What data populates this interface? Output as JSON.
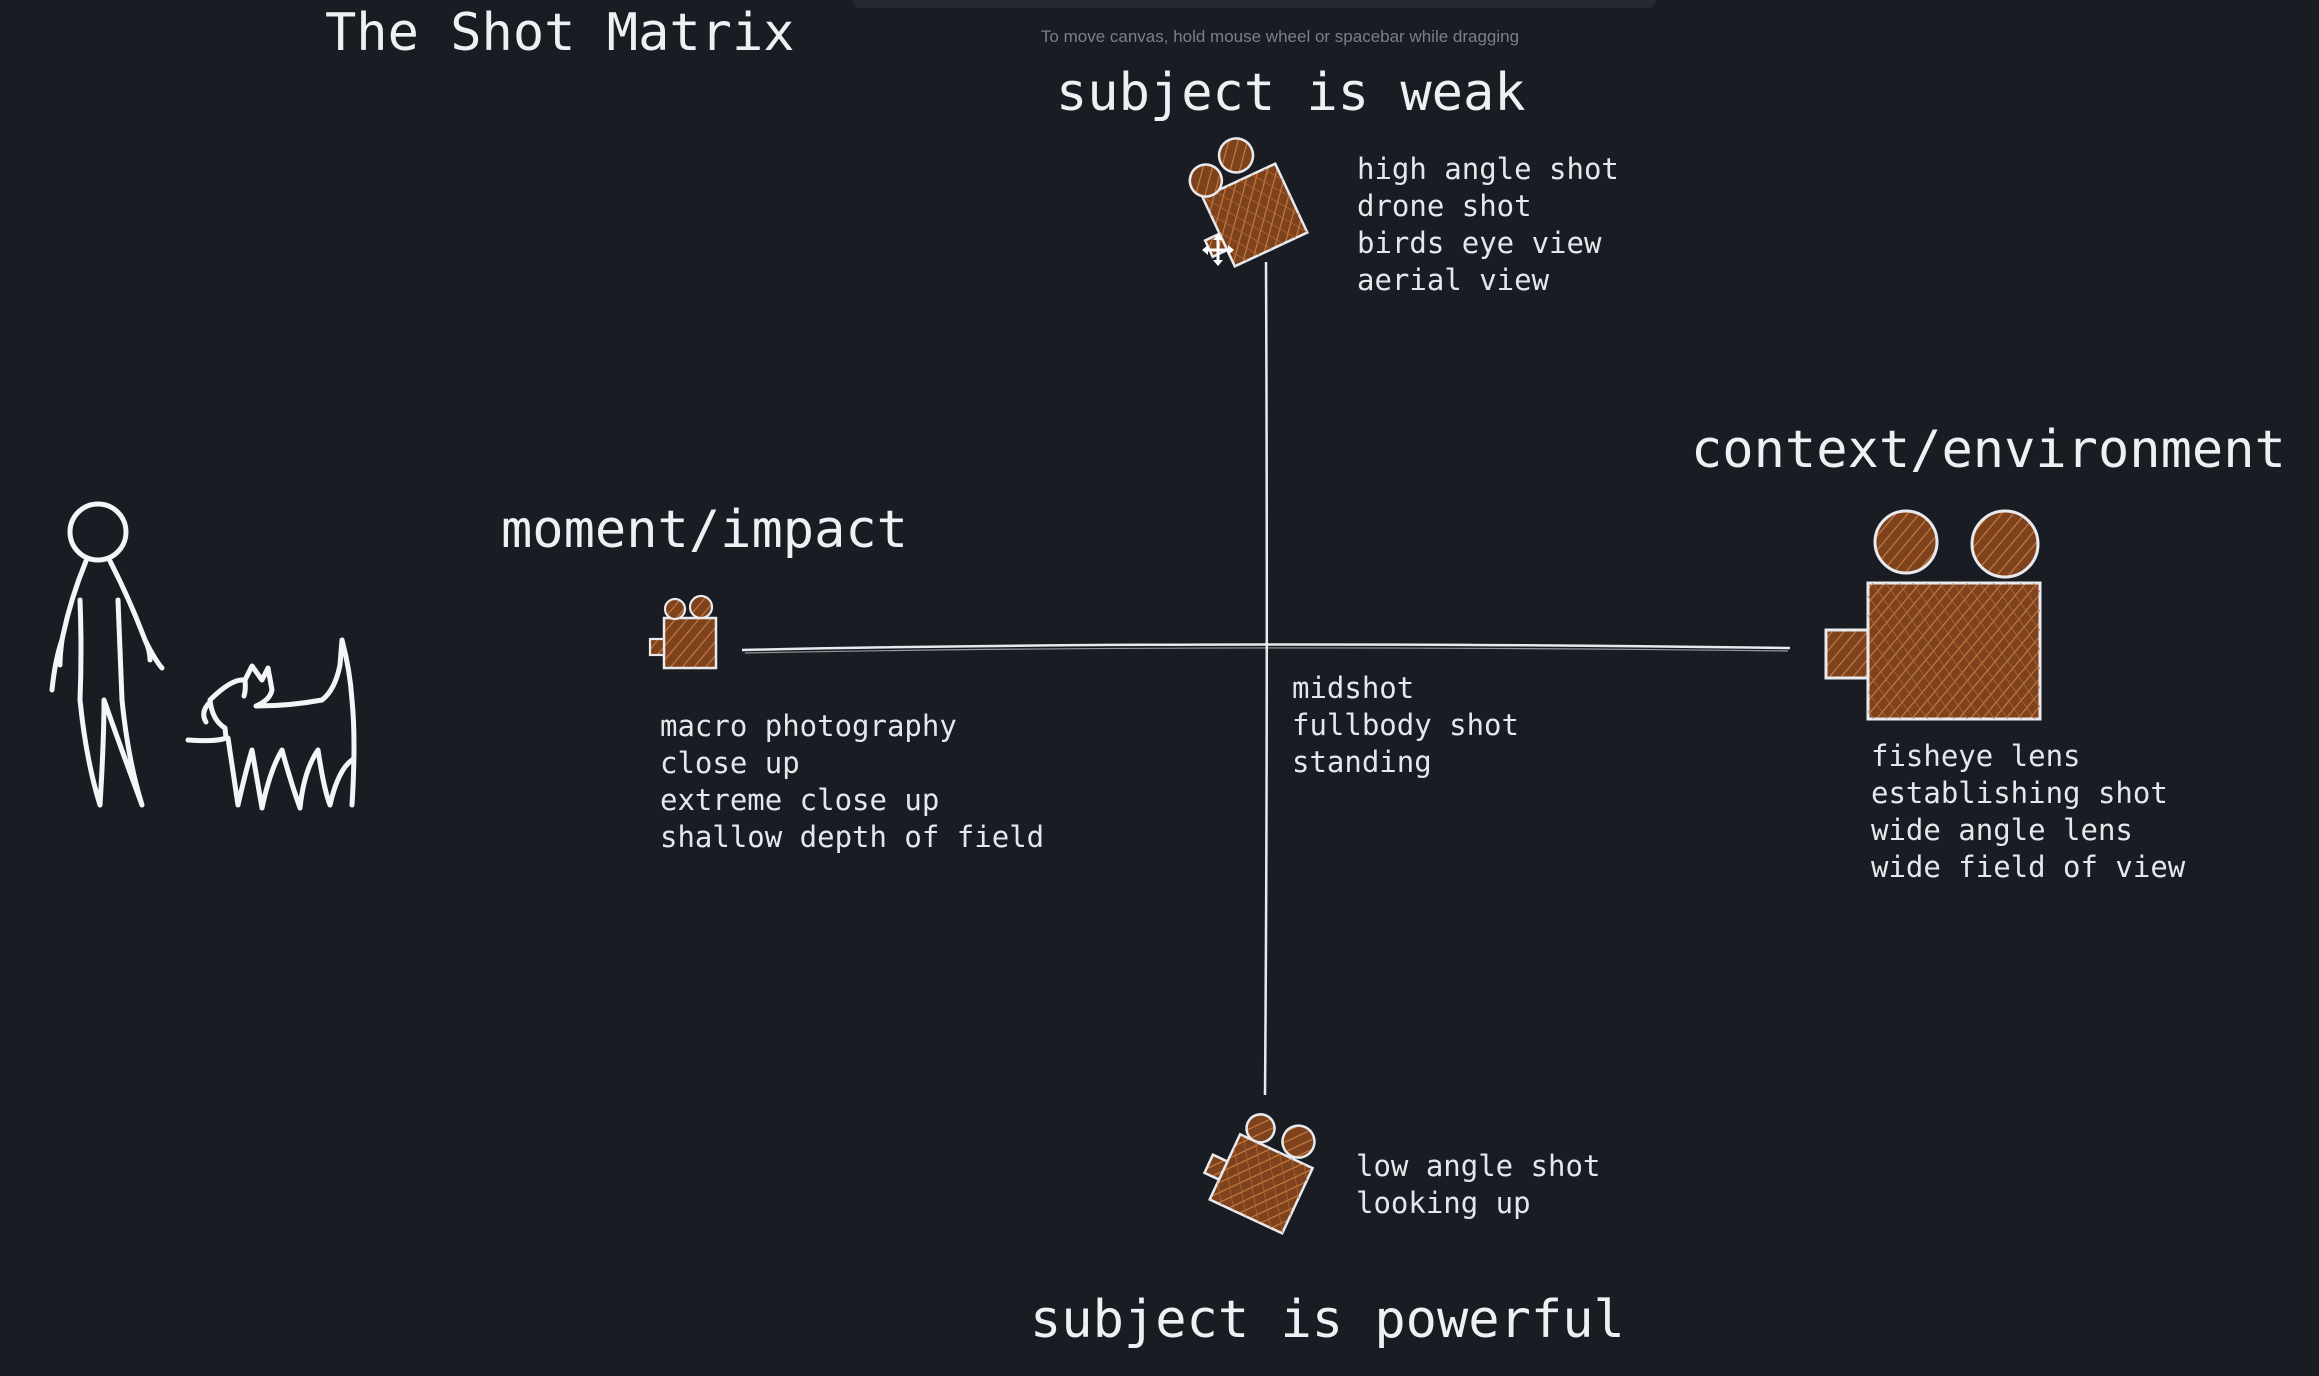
{
  "canvas_hint": "To move canvas, hold mouse wheel or spacebar while dragging",
  "matrix_title": "The Shot Matrix",
  "axes": {
    "top": "subject is weak",
    "bottom": "subject is powerful",
    "left": "moment/impact",
    "right": "context/environment"
  },
  "shot_lists": {
    "top": [
      "high angle shot",
      "drone shot",
      "birds eye view",
      "aerial view"
    ],
    "left": [
      "macro photography",
      "close up",
      "extreme close up",
      "shallow depth of field"
    ],
    "center": [
      "midshot",
      "fullbody shot",
      "standing"
    ],
    "right": [
      "fisheye lens",
      "establishing shot",
      "wide angle lens",
      "wide field of view"
    ],
    "bottom": [
      "low angle shot",
      "looking up"
    ]
  },
  "colors": {
    "background": "#1a1c24",
    "stroke": "#e8eaee",
    "camera_fill": "#8a4a20",
    "camera_hatch": "#c77a3e"
  },
  "icons": [
    "camera-icon",
    "person-icon",
    "dog-icon",
    "move-cursor-icon"
  ]
}
